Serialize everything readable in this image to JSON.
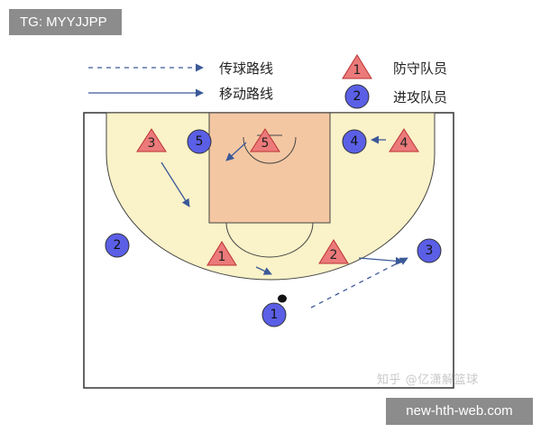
{
  "overlays": {
    "tg_badge": "TG: MYYJJPP",
    "site_badge": "new-hth-web.com",
    "watermark": "知乎 @亿潇解篮球"
  },
  "legend": {
    "pass_route": "传球路线",
    "move_route": "移动路线",
    "defender": "防守队员",
    "attacker": "进攻队员",
    "defender_symbol": "1",
    "attacker_symbol": "2"
  },
  "colors": {
    "court_fill": "#faf2c8",
    "paint_fill": "#f4c7a3",
    "defender_fill": "#ec7a7a",
    "attacker_fill": "#5a5fe6",
    "arrow": "#3b5998"
  },
  "defenders": [
    "3",
    "5",
    "4",
    "1",
    "2"
  ],
  "attackers": [
    "5",
    "4",
    "2",
    "3",
    "1"
  ]
}
